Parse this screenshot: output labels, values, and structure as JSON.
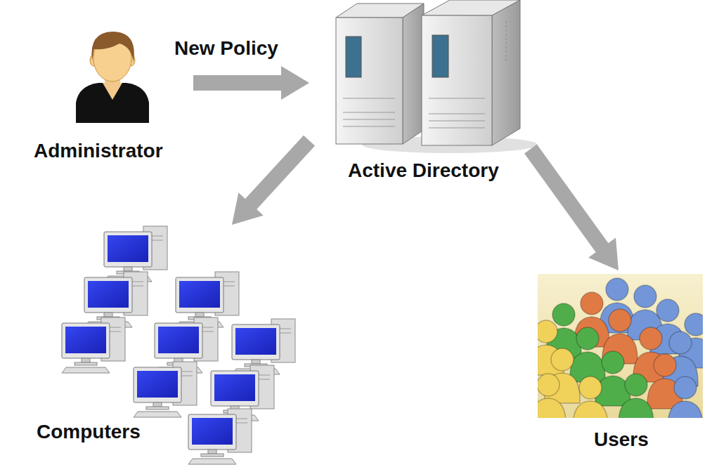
{
  "diagram": {
    "nodes": [
      {
        "text": [
          "Administrator"
        ]
      },
      {
        "text": [
          "Active Directory"
        ]
      },
      {
        "text": [
          "Computers"
        ]
      },
      {
        "text": [
          "Users"
        ]
      }
    ],
    "edges": [
      {
        "from": 0,
        "to": 1,
        "arrow": "to",
        "label": "New Policy"
      },
      {
        "from": 1,
        "to": 2,
        "arrow": "to"
      },
      {
        "from": 1,
        "to": 3,
        "arrow": "to"
      }
    ]
  }
}
